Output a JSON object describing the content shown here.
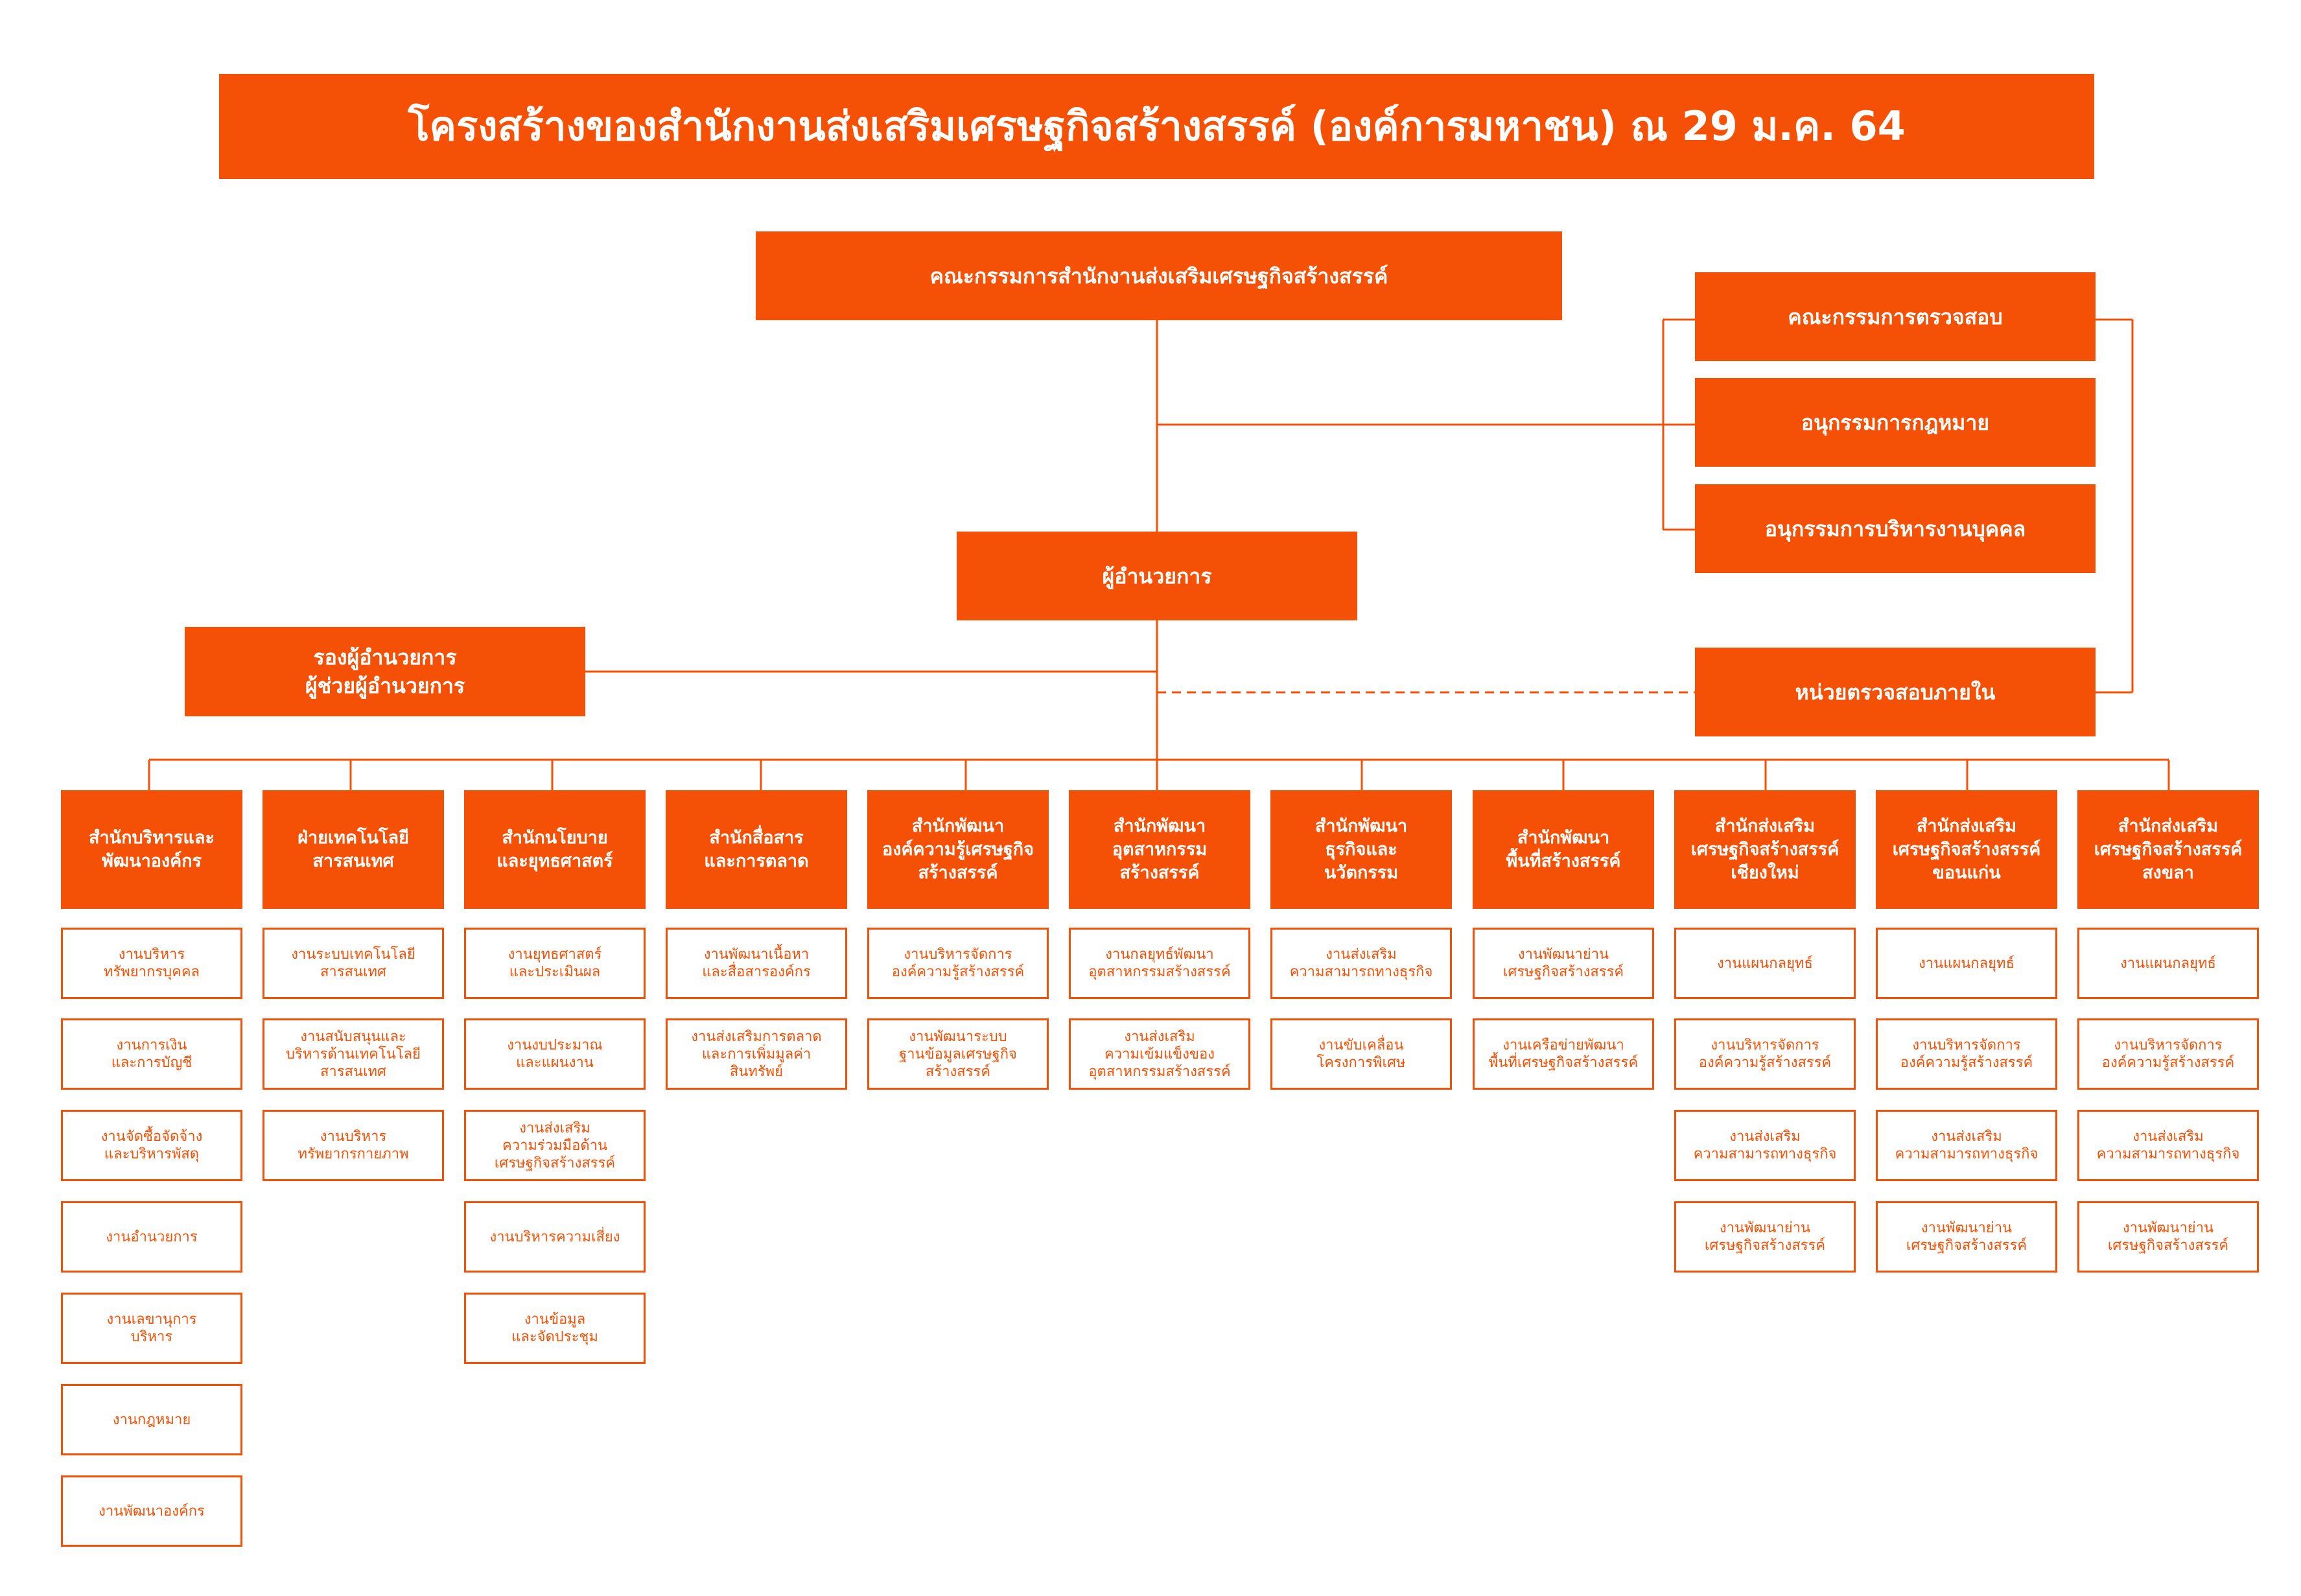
{
  "title": "โครงสร้างของสำนักงานส่งเสริมเศรษฐกิจสร้างสรรค์ (องค์การมหาชน) ณ  29 ม.ค. 64",
  "board": "คณะกรรมการสำนักงานส่งเสริมเศรษฐกิจสร้างสรรค์",
  "committees": [
    "คณะกรรมการตรวจสอบ",
    "อนุกรรมการกฎหมาย",
    "อนุกรรมการบริหารงานบุคคล"
  ],
  "director": "ผู้อำนวยการ",
  "deputy": "รองผู้อำนวยการ\nผู้ช่วยผู้อำนวยการ",
  "internal_audit": "หน่วยตรวจสอบภายใน",
  "colors": {
    "accent": "#f55106",
    "text_on_accent": "#ffffff"
  },
  "departments": [
    {
      "name": "สำนักบริหารและ\nพัฒนาองค์กร",
      "units": [
        "งานบริหาร\nทรัพยากรบุคคล",
        "งานการเงิน\nและการบัญชี",
        "งานจัดซื้อจัดจ้าง\nและบริหารพัสดุ",
        "งานอำนวยการ",
        "งานเลขานุการ\nบริหาร",
        "งานกฎหมาย",
        "งานพัฒนาองค์กร"
      ]
    },
    {
      "name": "ฝ่ายเทคโนโลยี\nสารสนเทศ",
      "units": [
        "งานระบบเทคโนโลยี\nสารสนเทศ",
        "งานสนับสนุนและ\nบริหารด้านเทคโนโลยี\nสารสนเทศ",
        "งานบริหาร\nทรัพยากรกายภาพ"
      ]
    },
    {
      "name": "สำนักนโยบาย\nและยุทธศาสตร์",
      "units": [
        "งานยุทธศาสตร์\nและประเมินผล",
        "งานงบประมาณ\nและแผนงาน",
        "งานส่งเสริม\nความร่วมมือด้าน\nเศรษฐกิจสร้างสรรค์",
        "งานบริหารความเสี่ยง",
        "งานข้อมูล\nและจัดประชุม"
      ]
    },
    {
      "name": "สำนักสื่อสาร\nและการตลาด",
      "units": [
        "งานพัฒนาเนื้อหา\nและสื่อสารองค์กร",
        "งานส่งเสริมการตลาด\nและการเพิ่มมูลค่า\nสินทรัพย์"
      ]
    },
    {
      "name": "สำนักพัฒนา\nองค์ความรู้เศรษฐกิจ\nสร้างสรรค์",
      "units": [
        "งานบริหารจัดการ\nองค์ความรู้สร้างสรรค์",
        "งานพัฒนาระบบ\nฐานข้อมูลเศรษฐกิจ\nสร้างสรรค์"
      ]
    },
    {
      "name": "สำนักพัฒนา\nอุตสาหกรรม\nสร้างสรรค์",
      "units": [
        "งานกลยุทธ์พัฒนา\nอุตสาหกรรมสร้างสรรค์",
        "งานส่งเสริม\nความเข้มแข็งของ\nอุตสาหกรรมสร้างสรรค์"
      ]
    },
    {
      "name": "สำนักพัฒนา\nธุรกิจและ\nนวัตกรรม",
      "units": [
        "งานส่งเสริม\nความสามารถทางธุรกิจ",
        "งานขับเคลื่อน\nโครงการพิเศษ"
      ]
    },
    {
      "name": "สำนักพัฒนา\nพื้นที่สร้างสรรค์",
      "units": [
        "งานพัฒนาย่าน\nเศรษฐกิจสร้างสรรค์",
        "งานเครือข่ายพัฒนา\nพื้นที่เศรษฐกิจสร้างสรรค์"
      ]
    },
    {
      "name": "สำนักส่งเสริม\nเศรษฐกิจสร้างสรรค์\nเชียงใหม่",
      "units": [
        "งานแผนกลยุทธ์",
        "งานบริหารจัดการ\nองค์ความรู้สร้างสรรค์",
        "งานส่งเสริม\nความสามารถทางธุรกิจ",
        "งานพัฒนาย่าน\nเศรษฐกิจสร้างสรรค์"
      ]
    },
    {
      "name": "สำนักส่งเสริม\nเศรษฐกิจสร้างสรรค์\nขอนแก่น",
      "units": [
        "งานแผนกลยุทธ์",
        "งานบริหารจัดการ\nองค์ความรู้สร้างสรรค์",
        "งานส่งเสริม\nความสามารถทางธุรกิจ",
        "งานพัฒนาย่าน\nเศรษฐกิจสร้างสรรค์"
      ]
    },
    {
      "name": "สำนักส่งเสริม\nเศรษฐกิจสร้างสรรค์\nสงขลา",
      "units": [
        "งานแผนกลยุทธ์",
        "งานบริหารจัดการ\nองค์ความรู้สร้างสรรค์",
        "งานส่งเสริม\nความสามารถทางธุรกิจ",
        "งานพัฒนาย่าน\nเศรษฐกิจสร้างสรรค์"
      ]
    }
  ]
}
